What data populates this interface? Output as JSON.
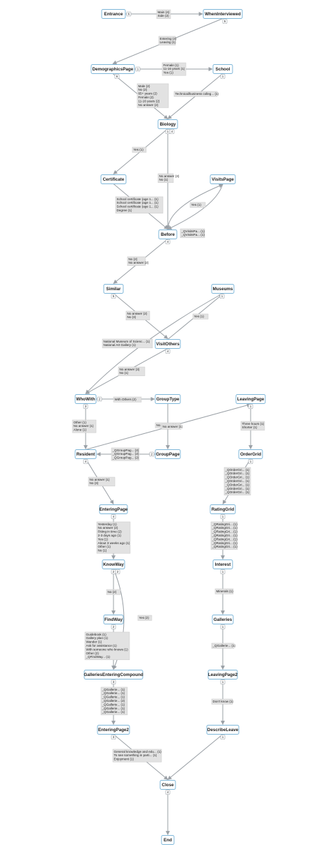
{
  "nodes": [
    {
      "id": "Entrance",
      "label": "Entrance"
    },
    {
      "id": "WhenInterviewed",
      "label": "WhenInterviewed"
    },
    {
      "id": "DemographicsPage",
      "label": "DemographicsPage"
    },
    {
      "id": "School",
      "label": "School"
    },
    {
      "id": "Biology",
      "label": "Biology"
    },
    {
      "id": "Certificate",
      "label": "Certificate"
    },
    {
      "id": "VisitsPage",
      "label": "VisitsPage"
    },
    {
      "id": "Before",
      "label": "Before"
    },
    {
      "id": "Similar",
      "label": "Similar"
    },
    {
      "id": "Museums",
      "label": "Museums"
    },
    {
      "id": "VisitOthers",
      "label": "VisitOthers"
    },
    {
      "id": "WhoWith",
      "label": "WhoWith"
    },
    {
      "id": "GroupType",
      "label": "GroupType"
    },
    {
      "id": "LeavingPage",
      "label": "LeavingPage"
    },
    {
      "id": "Resident",
      "label": "Resident"
    },
    {
      "id": "GroupPage",
      "label": "GroupPage"
    },
    {
      "id": "OrderGrid",
      "label": "OrderGrid"
    },
    {
      "id": "EnteringPage",
      "label": "EnteringPage"
    },
    {
      "id": "RatingGrid",
      "label": "RatingGrid"
    },
    {
      "id": "KnowWay",
      "label": "KnowWay"
    },
    {
      "id": "Interest",
      "label": "Interest"
    },
    {
      "id": "FindWay",
      "label": "FindWay"
    },
    {
      "id": "Galleries",
      "label": "Galleries"
    },
    {
      "id": "GalleriesEnteringCompound",
      "label": "GalleriesEnteringCompound"
    },
    {
      "id": "LeavingPage2",
      "label": "LeavingPage2"
    },
    {
      "id": "EnteringPage2",
      "label": "EnteringPage2"
    },
    {
      "id": "DescribeLeave",
      "label": "DescribeLeave"
    },
    {
      "id": "Close",
      "label": "Close"
    },
    {
      "id": "End",
      "label": "End"
    }
  ],
  "ports": [
    {
      "node": "Entrance",
      "text": "6"
    },
    {
      "node": "WhenInterviewed",
      "text": "5"
    },
    {
      "node": "DemographicsPage",
      "text": "1"
    },
    {
      "node": "DemographicsPage",
      "text": "6"
    },
    {
      "node": "School",
      "text": "1"
    },
    {
      "node": "Biology",
      "text": "1"
    },
    {
      "node": "Biology",
      "text": "4"
    },
    {
      "node": "Before",
      "text": "4"
    },
    {
      "node": "Similar",
      "text": "5"
    },
    {
      "node": "Museums",
      "text": "1"
    },
    {
      "node": "VisitOthers",
      "text": "4"
    },
    {
      "node": "WhoWith",
      "text": "3"
    },
    {
      "node": "WhoWith",
      "text": "2"
    },
    {
      "node": "LeavingPage",
      "text": "1"
    },
    {
      "node": "Resident",
      "text": "4"
    },
    {
      "node": "GroupPage",
      "text": "2"
    },
    {
      "node": "OrderGrid",
      "text": "1"
    },
    {
      "node": "EnteringPage",
      "text": "4"
    },
    {
      "node": "RatingGrid",
      "text": "1"
    },
    {
      "node": "KnowWay",
      "text": "2"
    },
    {
      "node": "KnowWay",
      "text": "2"
    },
    {
      "node": "Interest",
      "text": "1"
    },
    {
      "node": "FindWay",
      "text": "2"
    },
    {
      "node": "Galleries",
      "text": "1"
    },
    {
      "node": "GalleriesEnteringCompound",
      "text": "3"
    },
    {
      "node": "LeavingPage2",
      "text": "1"
    },
    {
      "node": "EnteringPage2",
      "text": "3"
    },
    {
      "node": "DescribeLeave",
      "text": "1"
    },
    {
      "node": "Close",
      "text": "4"
    }
  ],
  "edges": [
    {
      "from": "Entrance",
      "to": "WhenInterviewed",
      "lines": [
        "Main (4)",
        "Side (2)"
      ]
    },
    {
      "from": "WhenInterviewed",
      "to": "DemographicsPage",
      "lines": [
        "Entering (4)",
        "Leaving (1)"
      ]
    },
    {
      "from": "DemographicsPage",
      "to": "School",
      "lines": [
        "Female (1)",
        "11-16 years (1)",
        "Yes (1)"
      ]
    },
    {
      "from": "DemographicsPage",
      "to": "Biology",
      "lines": [
        "Male (2)",
        "No (2)",
        "65+ years (2)",
        "Female (2)",
        "11-16 years (2)",
        "No answer (2)"
      ]
    },
    {
      "from": "School",
      "to": "Biology",
      "lines": [
        "Technical/business colleg... (1)"
      ]
    },
    {
      "from": "Biology",
      "to": "Certificate",
      "lines": [
        "Yes (1)"
      ]
    },
    {
      "from": "Biology",
      "to": "Before",
      "lines": [
        "No answer (3)",
        "No (1)"
      ]
    },
    {
      "from": "Certificate",
      "to": "Before",
      "lines": [
        "School certificate (age 1... (1)",
        "School certificate (age 1... (1)",
        "School certificate (age 1... (1)",
        "Degree (1)"
      ]
    },
    {
      "from": "Before",
      "to": "VisitsPage",
      "lines": [
        "Yes (1)"
      ]
    },
    {
      "from": "VisitsPage",
      "to": "Before",
      "lines": [
        "_QVisitsPa... (1)",
        "_QVisitsPa... (1)"
      ]
    },
    {
      "from": "Before",
      "to": "Similar",
      "lines": [
        "No (2)",
        "No answer (2)"
      ]
    },
    {
      "from": "Similar",
      "to": "VisitOthers",
      "lines": [
        "No answer (2)",
        "No (3)"
      ]
    },
    {
      "from": "VisitOthers",
      "to": "Museums",
      "lines": [
        "Yes (1)"
      ]
    },
    {
      "from": "Museums",
      "to": "WhoWith",
      "lines": [
        "National Museum of Scienc... (1)",
        "National Art Gallery (1)"
      ]
    },
    {
      "from": "VisitOthers",
      "to": "WhoWith",
      "lines": [
        "No answer (3)",
        "No (1)"
      ]
    },
    {
      "from": "WhoWith",
      "to": "GroupType",
      "lines": [
        "With Others (2)"
      ]
    },
    {
      "from": "GroupType",
      "to": "GroupPage",
      "lines": [
        "No answer (2)"
      ]
    },
    {
      "from": "GroupPage",
      "to": "Resident",
      "lines": [
        "_QGroupPag... (2)",
        "_QGroupPag... (2)",
        "_QGroupPag... (2)"
      ]
    },
    {
      "from": "WhoWith",
      "to": "Resident",
      "lines": [
        "Other (1)",
        "No answer (1)",
        "Alone (1)"
      ]
    },
    {
      "from": "Resident",
      "to": "LeavingPage",
      "lines": [
        "No answer (1)"
      ]
    },
    {
      "from": "LeavingPage",
      "to": "OrderGrid",
      "lines": [
        "Three hours (1)",
        "Shorter (1)"
      ]
    },
    {
      "from": "Resident",
      "to": "EnteringPage",
      "lines": [
        "No answer (1)",
        "No (3)"
      ]
    },
    {
      "from": "OrderGrid",
      "to": "RatingGrid",
      "lines": [
        "_QOrderGri... (1)",
        "_QOrderGri... (1)",
        "_QOrderGri... (1)",
        "_QOrderGri... (1)",
        "_QOrderGri... (1)",
        "_QOrderGri... (1)",
        "_QOrderGri... (1)"
      ]
    },
    {
      "from": "EnteringPage",
      "to": "KnowWay",
      "lines": [
        "Yesterday (1)",
        "No answer (2)",
        "Fitting in time (2)",
        "2-3 days ago (1)",
        "Yes (1)",
        "About 3 weeks ago (1)",
        "Other (1)",
        "No (1)"
      ]
    },
    {
      "from": "RatingGrid",
      "to": "Interest",
      "lines": [
        "_QRatingGri... (1)",
        "_QRatingGri... (1)",
        "_QRatingGri... (1)",
        "_QRatingGri... (1)",
        "_QRatingGri... (1)",
        "_QRatingGri... (1)",
        "_QRatingGri... (1)"
      ]
    },
    {
      "from": "KnowWay",
      "to": "FindWay",
      "lines": [
        "No (2)"
      ]
    },
    {
      "from": "KnowWay",
      "to": "GalleriesEnteringCompound",
      "lines": [
        "Yes (2)"
      ]
    },
    {
      "from": "Interest",
      "to": "Galleries",
      "lines": [
        "Minerals (1)"
      ]
    },
    {
      "from": "FindWay",
      "to": "GalleriesEnteringCompound",
      "lines": [
        "Guidebook (1)",
        "Gallery plan (1)",
        "Wander (1)",
        "Ask for assistance (1)",
        "With someone who knows (1)",
        "Other (2)",
        "_QFindWay... (1)"
      ]
    },
    {
      "from": "Galleries",
      "to": "LeavingPage2",
      "lines": [
        "_QGallerie... (1)"
      ]
    },
    {
      "from": "GalleriesEnteringCompound",
      "to": "EnteringPage2",
      "lines": [
        "_QGallerie... (1)",
        "_QGallerie... (1)",
        "_QGallerie... (1)",
        "_QGallerie... (2)",
        "_QGallerie... (1)",
        "_QGallerie... (1)",
        "_QGallerie... (1)"
      ]
    },
    {
      "from": "LeavingPage2",
      "to": "DescribeLeave",
      "lines": [
        "Don't know (1)"
      ]
    },
    {
      "from": "EnteringPage2",
      "to": "Close",
      "lines": [
        "General knowledge and edu... (1)",
        "To see something in parti... (1)",
        "Enjoyment (1)"
      ]
    },
    {
      "from": "DescribeLeave",
      "to": "Close",
      "lines": []
    },
    {
      "from": "Close",
      "to": "End",
      "lines": []
    }
  ]
}
